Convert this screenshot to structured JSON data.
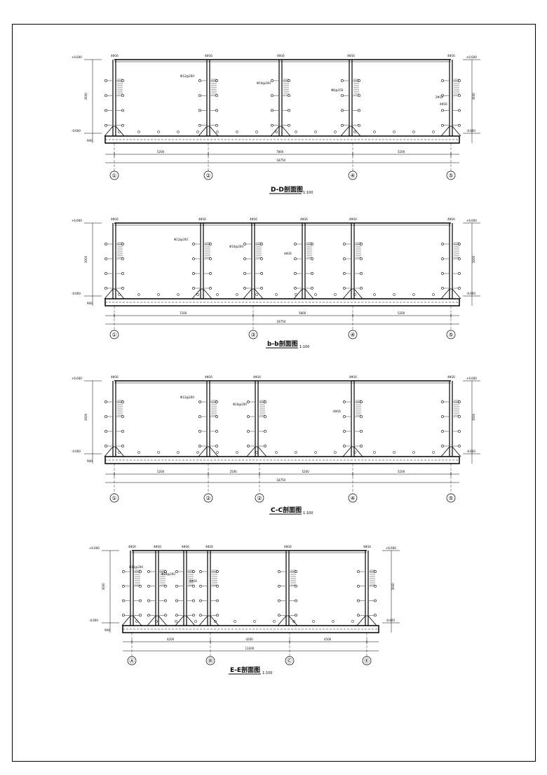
{
  "sheet": {
    "background": "#ffffff",
    "line_color": "#000000"
  },
  "sections": [
    {
      "id": "section-1",
      "title": "D-D剖面图",
      "scale": "1:100",
      "axes": [
        "①",
        "②",
        "④",
        "⑤"
      ],
      "spans": [
        "5200",
        "7800",
        "5200"
      ],
      "total": "18750",
      "side_dims": [
        "3000",
        "900"
      ],
      "elev_top": "+6.600",
      "elev_bottom": "-0.600",
      "labels": [
        "Φ12@200",
        "Φ10@200",
        "Φ8@150",
        "2Φ12",
        "4Φ16"
      ]
    },
    {
      "id": "section-2",
      "title": "b-b剖面图",
      "scale": "1:100",
      "axes": [
        "①",
        "③",
        "④",
        "⑤"
      ],
      "spans": [
        "7200",
        "5800",
        "5200"
      ],
      "total": "18750",
      "side_dims": [
        "3000",
        "900"
      ],
      "elev_top": "+6.600",
      "elev_bottom": "-0.600",
      "labels": [
        "Φ12@200",
        "Φ10@200",
        "4Φ16"
      ]
    },
    {
      "id": "section-3",
      "title": "C-C剖面图",
      "scale": "1:100",
      "axes": [
        "①",
        "②",
        "②",
        "④",
        "⑤"
      ],
      "spans": [
        "5200",
        "2500",
        "5200",
        "5200"
      ],
      "total": "18750",
      "side_dims": [
        "3000",
        "900"
      ],
      "elev_top": "+6.600",
      "elev_bottom": "-0.600",
      "labels": [
        "Φ12@200",
        "Φ10@200",
        "4Φ16"
      ]
    },
    {
      "id": "section-4",
      "title": "E-E剖面图",
      "scale": "1:100",
      "axes": [
        "Ⓐ",
        "Ⓑ",
        "Ⓒ",
        "Ⓔ"
      ],
      "spans": [
        "4200",
        "4200",
        "4500"
      ],
      "total": "13200",
      "side_dims": [
        "3000",
        "900"
      ],
      "elev_top": "+6.600",
      "elev_bottom": "-0.600",
      "labels": [
        "Φ12@200",
        "Φ10@200",
        "4Φ16"
      ]
    }
  ]
}
